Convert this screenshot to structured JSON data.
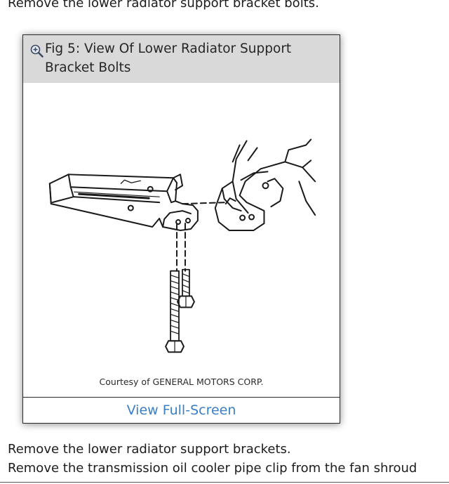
{
  "steps": {
    "previous": "Remove the lower radiator support bracket bolts.",
    "next_1": "Remove the lower radiator support brackets.",
    "next_2": "Remove the transmission oil cooler pipe clip from the fan shroud"
  },
  "figure": {
    "title": "Fig 5: View Of Lower Radiator Support Bracket Bolts",
    "zoom_icon": "zoom-in-icon",
    "caption": "Courtesy of GENERAL MOTORS CORP.",
    "view_link": "View Full-Screen"
  },
  "colors": {
    "header_bg": "#d9d9d9",
    "link": "#3b7fc4",
    "border": "#2a2a2a"
  }
}
